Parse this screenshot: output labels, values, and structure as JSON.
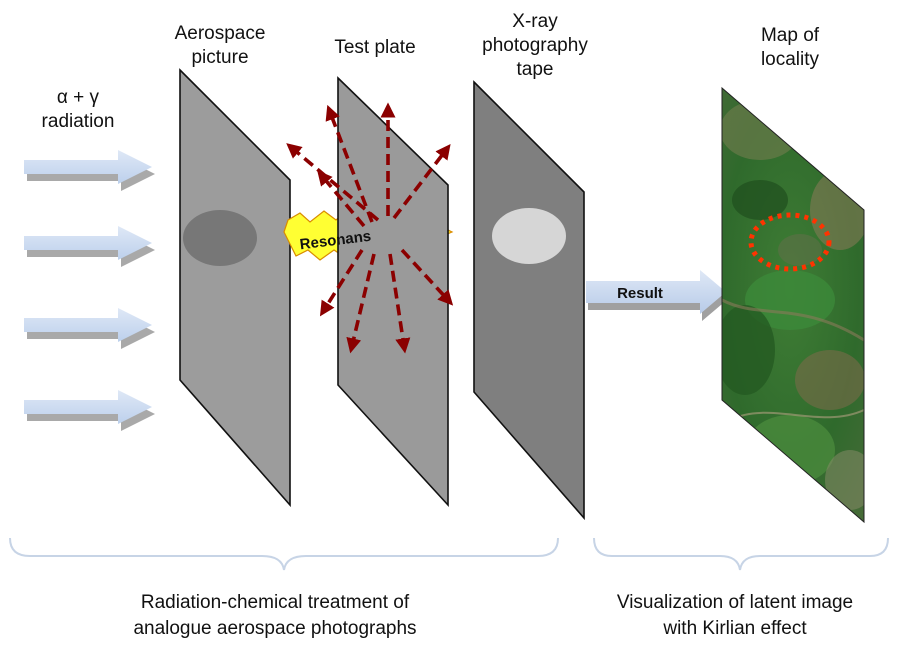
{
  "labels": {
    "radiation_line1": "α + γ",
    "radiation_line2": "radiation",
    "aerospace_line1": "Aerospace",
    "aerospace_line2": "picture",
    "test_plate": "Test plate",
    "xray_line1": "X-ray",
    "xray_line2": "photography",
    "xray_line3": "tape",
    "map_line1": "Map of",
    "map_line2": "locality",
    "resonans": "Resonans",
    "result": "Result"
  },
  "captions": {
    "left_line1": "Radiation-chemical treatment of",
    "left_line2": "analogue aerospace photographs",
    "right_line1": "Visualization of latent image",
    "right_line2": "with Kirlian effect"
  },
  "colors": {
    "plate_gray": "#9a9a9a",
    "xray_gray": "#808080",
    "arrow_blue": "#c9d8ef",
    "dashed_arrow": "#8b0000",
    "burst_yellow": "#ffff33",
    "map_green": "#2f6b2f",
    "ellipse_red": "#ff3300"
  }
}
